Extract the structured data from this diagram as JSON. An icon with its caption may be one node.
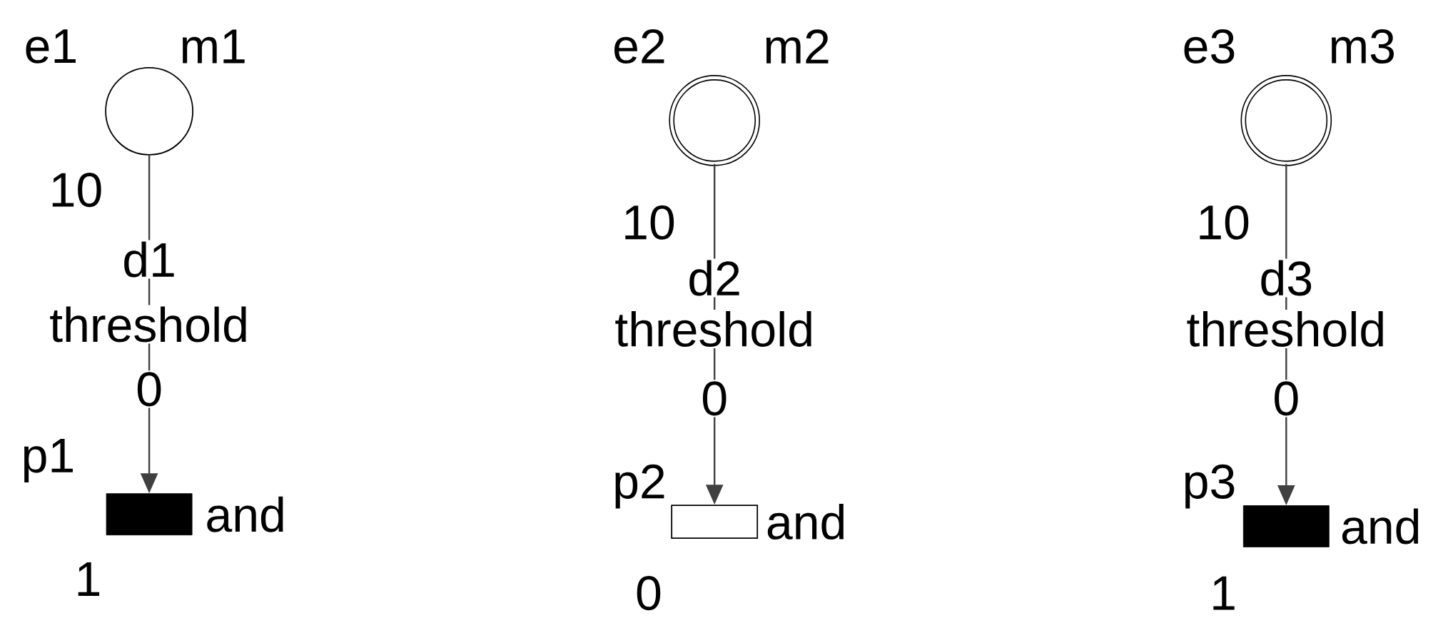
{
  "diagram": {
    "nodes": [
      {
        "text": [],
        "shape": "circle",
        "beside": [
          "e1",
          "m1",
          "10"
        ]
      },
      {
        "text": [],
        "shape": "bar",
        "beside": [
          "p1",
          "and",
          "1"
        ]
      },
      {
        "text": [],
        "shape": "ring",
        "beside": [
          "e2",
          "m2",
          "10"
        ]
      },
      {
        "text": [],
        "shape": "box",
        "beside": [
          "p2",
          "and",
          "0"
        ]
      },
      {
        "text": [],
        "shape": "ring",
        "beside": [
          "e3",
          "m3",
          "10"
        ]
      },
      {
        "text": [],
        "shape": "bar",
        "beside": [
          "p3",
          "and",
          "1"
        ]
      }
    ],
    "edges": [
      {
        "from": 0,
        "to": 1,
        "arrow": "to",
        "label": "threshold"
      },
      {
        "from": 2,
        "to": 3,
        "arrow": "to",
        "label": "threshold"
      },
      {
        "from": 4,
        "to": 5,
        "arrow": "to",
        "label": "threshold"
      }
    ],
    "labels": [
      "d1",
      "0",
      "d2",
      "0",
      "d3",
      "0"
    ]
  }
}
